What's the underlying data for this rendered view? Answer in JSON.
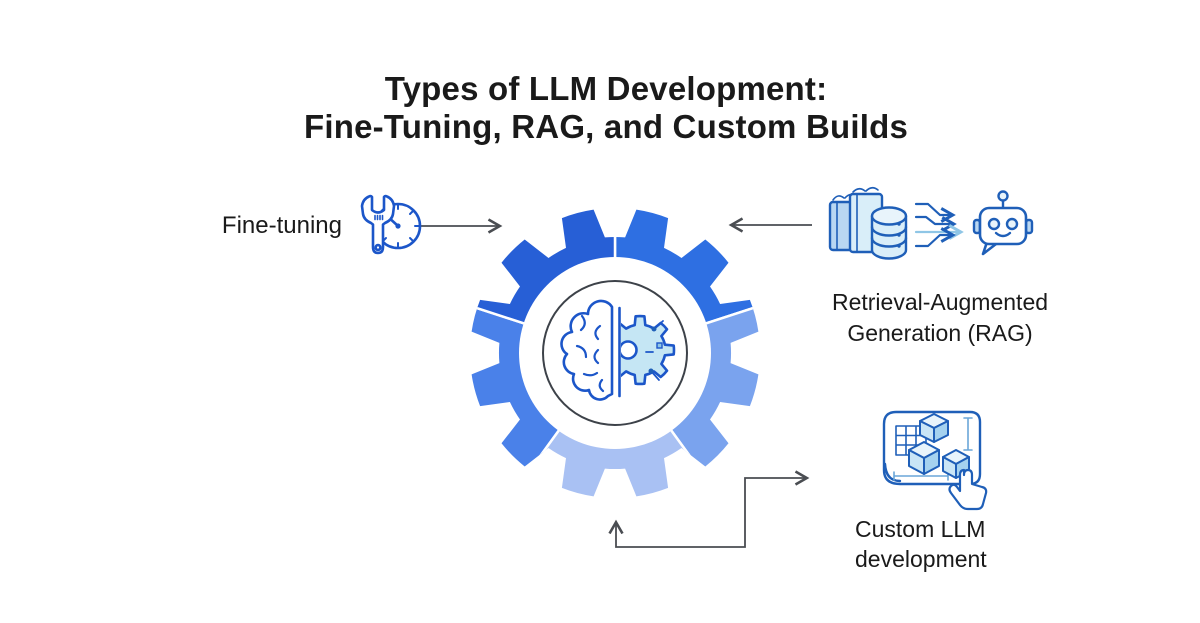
{
  "title": {
    "line1": "Types of LLM Development:",
    "line2": "Fine-Tuning, RAG, and Custom Builds"
  },
  "nodes": {
    "fine_tuning": {
      "label": "Fine-tuning",
      "icon": "wrench-gauge-icon"
    },
    "rag": {
      "label_line1": "Retrieval-Augmented",
      "label_line2": "Generation (RAG)",
      "icon": "books-database-robot-icon"
    },
    "custom": {
      "label_line1": "Custom LLM",
      "label_line2": "development",
      "icon": "blueprint-cubes-hand-icon"
    }
  },
  "center": {
    "icon": "brain-half-cog-in-gear-icon",
    "gear_segment_count": 5
  },
  "colors": {
    "background": "#ffffff",
    "text": "#1a1a1a",
    "gear_top_right": "#2e6fe2",
    "gear_right": "#7aa3ee",
    "gear_bottom": "#a9c1f3",
    "gear_left": "#4a81e9",
    "gear_top_left": "#275fd6",
    "gear_ring": "#3d4249",
    "arrow": "#4a4d52",
    "icon_stroke": "#1f5fb8",
    "icon_stroke_bright": "#1c56c9",
    "fill_light": "#d9eef9",
    "fill_mid": "#b9d7f2",
    "fill_pale": "#e8f4fb",
    "fill_cog": "#c5e6f4",
    "flow_light": "#8fc6e6",
    "dim_line": "#6aa6d8"
  }
}
